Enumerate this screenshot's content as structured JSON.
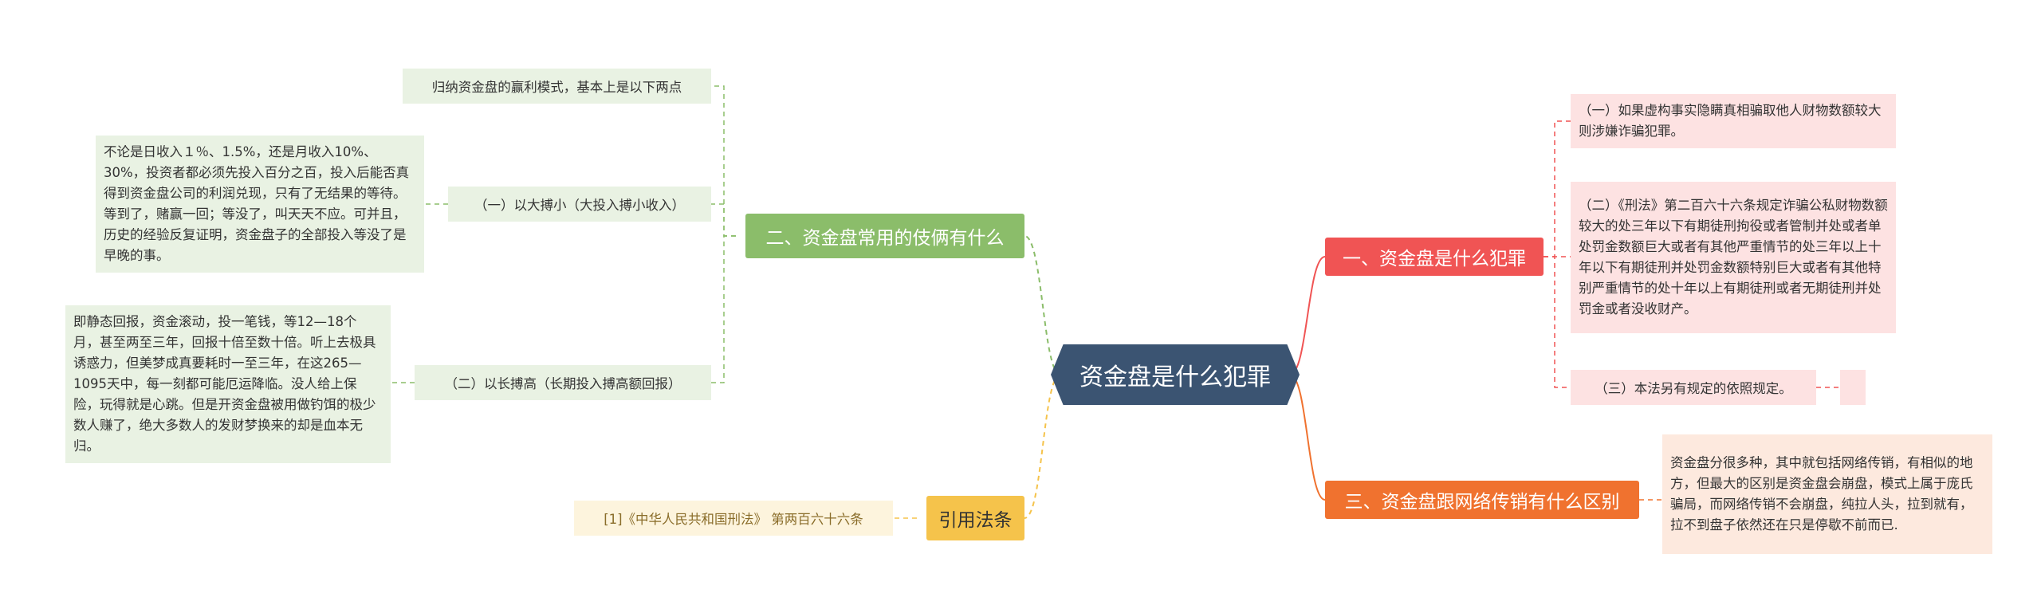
{
  "root": {
    "title": "资金盘是什么犯罪"
  },
  "branches": {
    "crime": {
      "label": "一、资金盘是什么犯罪"
    },
    "diff": {
      "label": "三、资金盘跟网络传销有什么区别"
    },
    "tricks": {
      "label": "二、资金盘常用的伎俩有什么"
    },
    "law": {
      "label": "引用法条"
    }
  },
  "leaves": {
    "crime_1": "（一）如果虚构事实隐瞒真相骗取他人财物数额较大则涉嫌诈骗犯罪。",
    "crime_2": "（二）《刑法》第二百六十六条规定诈骗公私财物数额较大的处三年以下有期徒刑拘役或者管制并处或者单处罚金数额巨大或者有其他严重情节的处三年以上十年以下有期徒刑并处罚金数额特别巨大或者有其他特别严重情节的处十年以上有期徒刑或者无期徒刑并处罚金或者没收财产。",
    "crime_3": "（三）本法另有规定的依照规定。",
    "crime_3_tail": "",
    "diff_1": "资金盘分很多种，其中就包括网络传销，有相似的地方，但最大的区别是资金盘会崩盘，模式上属于庞氏骗局，而网络传销不会崩盘，纯拉人头，拉到就有，拉不到盘子依然还在只是停歇不前而已.",
    "tricks_intro": "归纳资金盘的赢利模式，基本上是以下两点",
    "tricks_1": "（一）以大搏小（大投入搏小收入）",
    "tricks_1_detail": "不论是日收入１％、1.5%，还是月收入10%、30%，投资者都必须先投入百分之百，投入后能否真得到资金盘公司的利润兑现，只有了无结果的等待。等到了，赌赢一回；等没了，叫天天不应。可并且，历史的经验反复证明，资金盘子的全部投入等没了是早晚的事。",
    "tricks_2": "（二）以长搏高（长期投入搏高额回报）",
    "tricks_2_detail": "即静态回报，资金滚动，投一笔钱，等12—18个月，甚至两至三年，回报十倍至数十倍。听上去极具诱惑力，但美梦成真要耗时一至三年，在这265—1095天中，每一刻都可能厄运降临。没人给上保险，玩得就是心跳。但是开资金盘被用做钓饵的极少数人赚了，绝大多数人的发财梦换来的却是血本无归。",
    "law_1": "[1]《中华人民共和国刑法》 第两百六十六条"
  },
  "colors": {
    "root": "#3b5472",
    "crime": "#f05454",
    "diff": "#f0722f",
    "tricks": "#8bbd6a",
    "law": "#f5c34b"
  }
}
